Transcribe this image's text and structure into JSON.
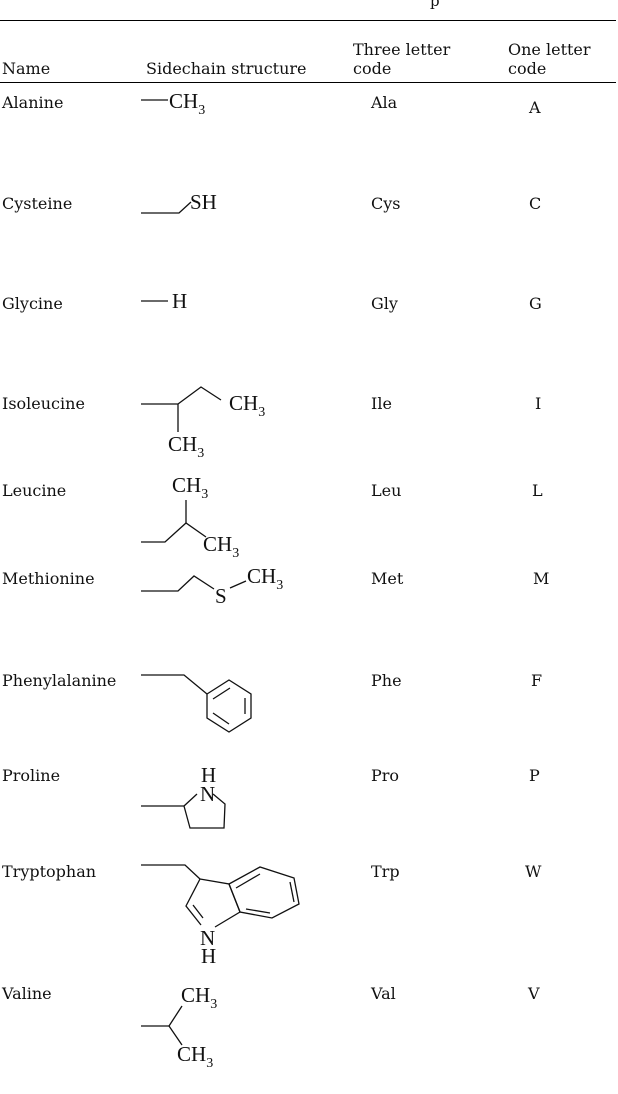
{
  "header": {
    "name": "Name",
    "sidechain": "Sidechain structure",
    "three_letter": "Three letter code",
    "one_letter": "One letter code"
  },
  "rows": [
    {
      "name": "Alanine",
      "three": "Ala",
      "one": "A"
    },
    {
      "name": "Cysteine",
      "three": "Cys",
      "one": "C"
    },
    {
      "name": "Glycine",
      "three": "Gly",
      "one": "G"
    },
    {
      "name": "Isoleucine",
      "three": "Ile",
      "one": "I"
    },
    {
      "name": "Leucine",
      "three": "Leu",
      "one": "L"
    },
    {
      "name": "Methionine",
      "three": "Met",
      "one": "M"
    },
    {
      "name": "Phenylalanine",
      "three": "Phe",
      "one": "F"
    },
    {
      "name": "Proline",
      "three": "Pro",
      "one": "P"
    },
    {
      "name": "Tryptophan",
      "three": "Trp",
      "one": "W"
    },
    {
      "name": "Valine",
      "three": "Val",
      "one": "V"
    }
  ],
  "chem": {
    "ch": "CH",
    "sub3": "3",
    "sh": "SH",
    "h": "H",
    "s": "S",
    "n": "N"
  }
}
